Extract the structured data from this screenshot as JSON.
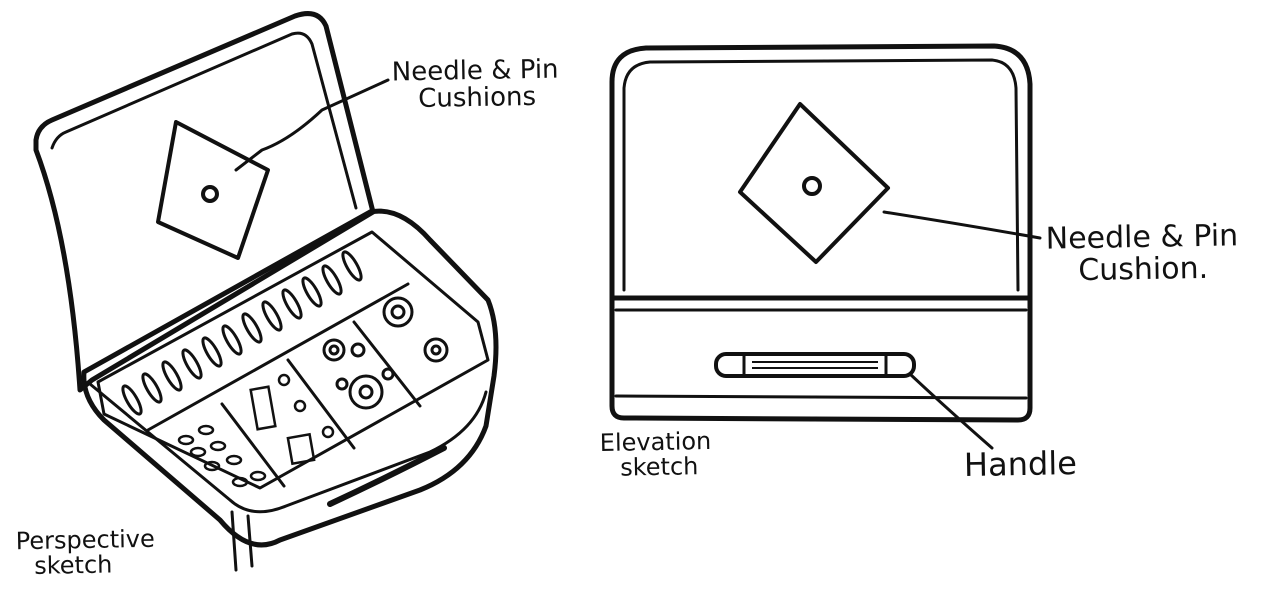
{
  "labels": {
    "perspective_needle_cushion_line1": "Needle & Pin",
    "perspective_needle_cushion_line2": "Cushions",
    "elevation_needle_cushion_line1": "Needle & Pin",
    "elevation_needle_cushion_line2": "Cushion.",
    "handle": "Handle",
    "elevation_caption_line1": "Elevation",
    "elevation_caption_line2": "sketch",
    "perspective_caption_line1": "Perspective",
    "perspective_caption_line2": "sketch"
  },
  "colors": {
    "ink": "#111111",
    "paper": "#ffffff"
  }
}
